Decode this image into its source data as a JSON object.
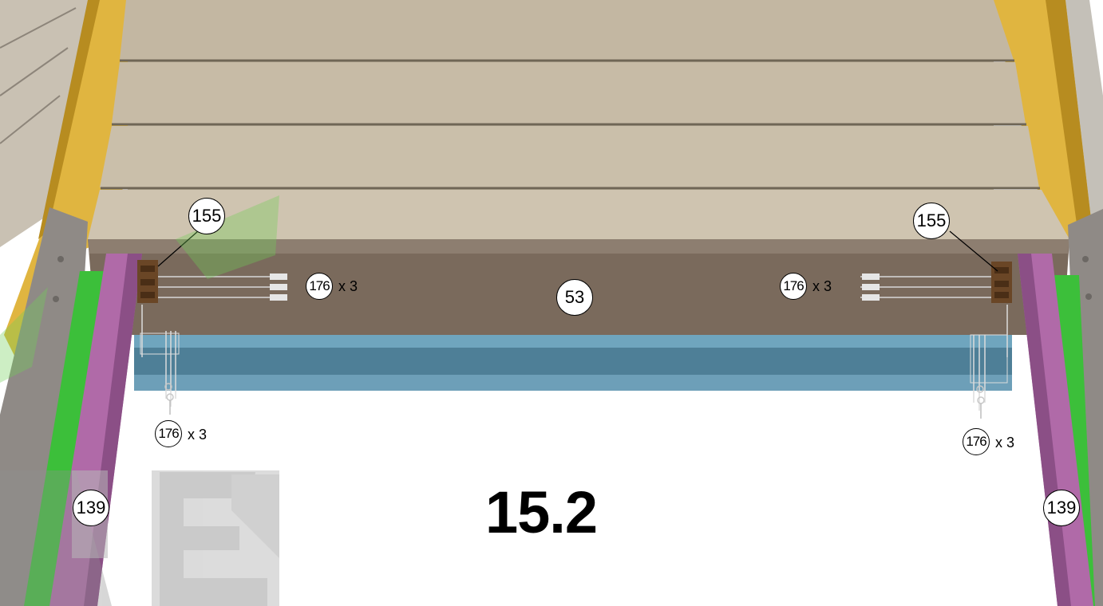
{
  "step_number": "15.2",
  "callouts": {
    "left_bracket": "155",
    "right_bracket": "155",
    "lintel": "53",
    "screw_left_top": "176",
    "screw_right_top": "176",
    "screw_left_bottom": "176",
    "screw_right_bottom": "176",
    "post_left": "139",
    "post_right": "139"
  },
  "quantities": {
    "left_top": "x 3",
    "right_top": "x 3",
    "left_bottom": "x 3",
    "right_bottom": "x 3"
  },
  "colors": {
    "wall_boards": "#c2b6a0",
    "lintel": "#7a6a5c",
    "header_beam": "#5d8aa3",
    "yellow_frame": "#e0b540",
    "post_purple": "#b06aa8",
    "post_green": "#3cbf3a",
    "outer_post": "#8f8a86",
    "bracket": "#6a4626",
    "watermark": "#c8c8c8"
  }
}
